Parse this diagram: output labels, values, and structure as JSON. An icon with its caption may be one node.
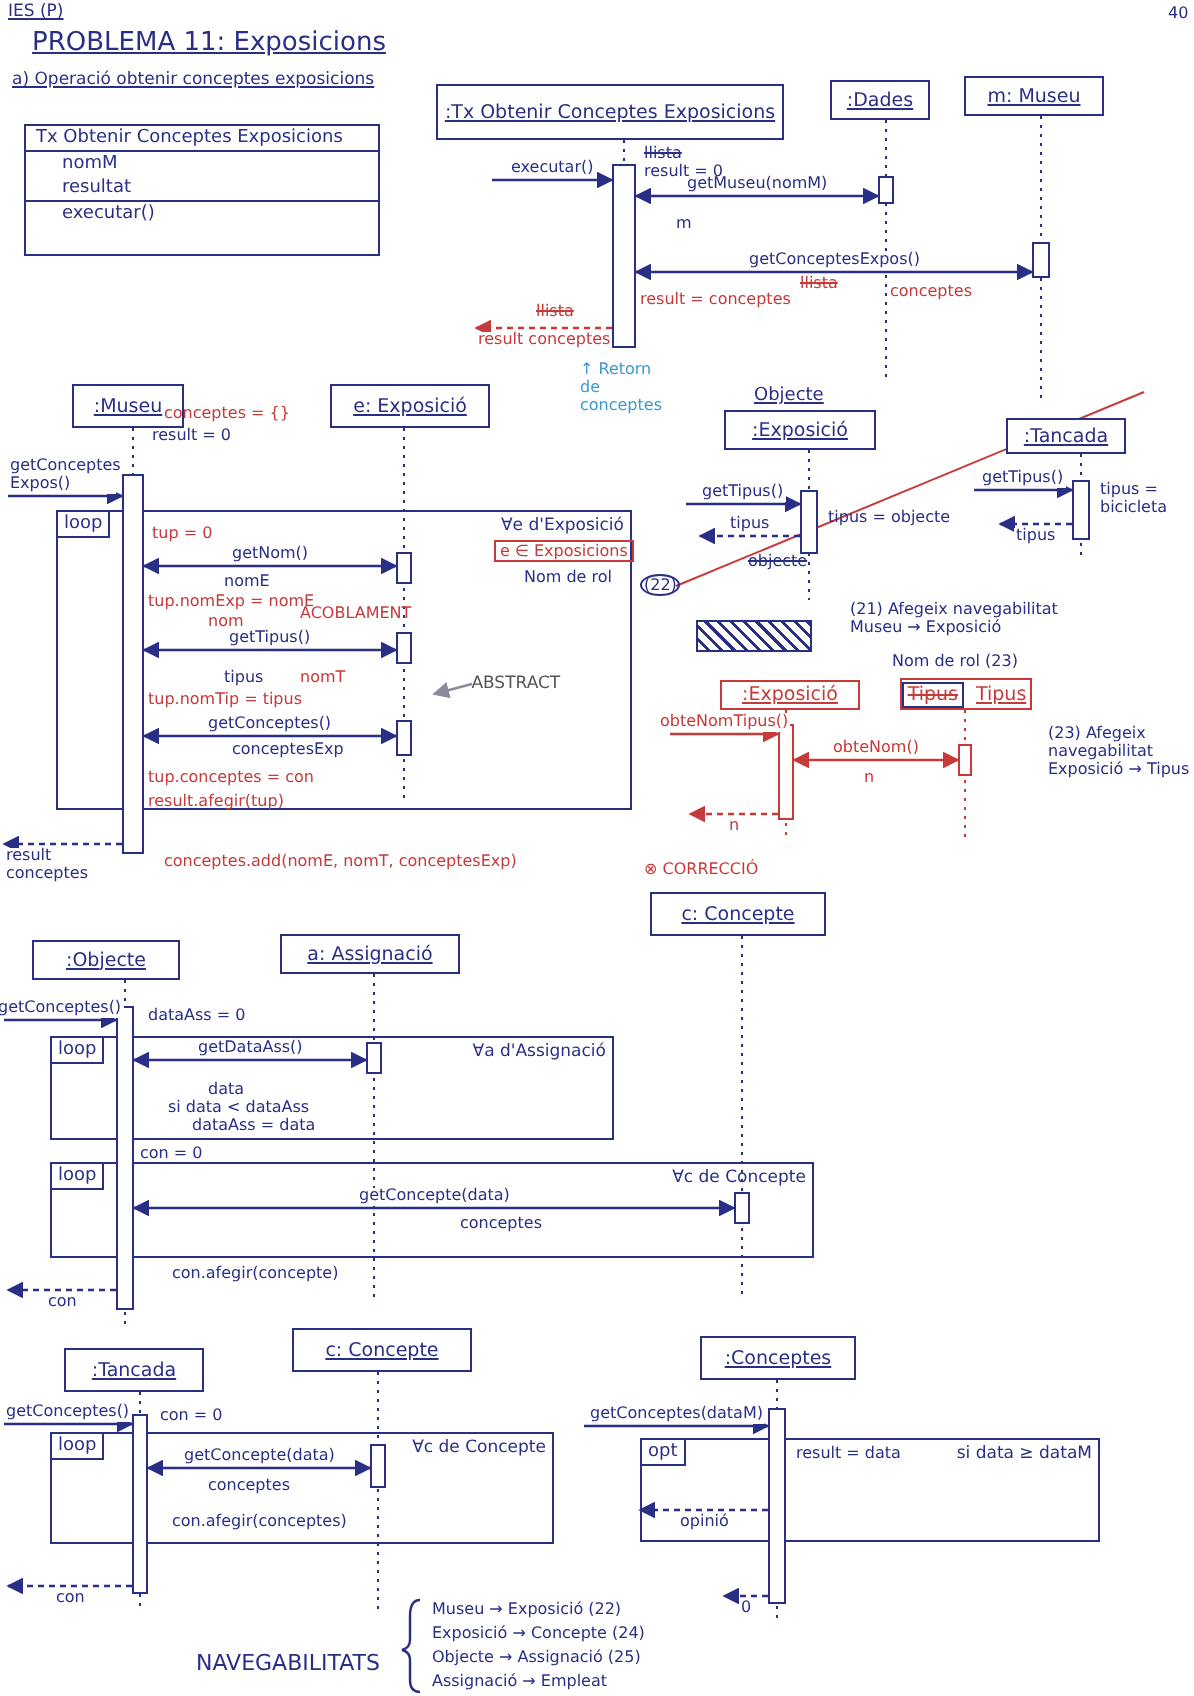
{
  "diagram": {
    "title": "PROBLEMA 11: Exposicions",
    "nodes": [
      {
        "text": [
          "Tx Obtenir Conceptes Exposicions",
          "nomM",
          "resultat",
          "executar()"
        ]
      },
      {
        "text": [
          ":Tx Obtenir Conceptes Exposicions"
        ]
      },
      {
        "text": [
          ":Dades"
        ]
      },
      {
        "text": [
          "m: Museu"
        ]
      },
      {
        "text": [],
        "shape": "bar"
      },
      {
        "text": [],
        "shape": "bar"
      },
      {
        "text": [],
        "shape": "bar"
      },
      {
        "text": [
          ":Museu"
        ]
      },
      {
        "text": [
          "e: Exposició"
        ]
      },
      {
        "text": [
          "loop",
          "∀e d'Exposició"
        ]
      },
      {
        "text": [],
        "shape": "bar"
      },
      {
        "text": [],
        "shape": "bar",
        "in": 9
      },
      {
        "text": [],
        "shape": "bar",
        "in": 9
      },
      {
        "text": [],
        "shape": "bar",
        "in": 9
      },
      {
        "text": [
          ":Exposició"
        ],
        "beside": [
          "Objecte"
        ]
      },
      {
        "text": [
          ":Tancada"
        ]
      },
      {
        "text": [],
        "shape": "bar"
      },
      {
        "text": [],
        "shape": "bar"
      },
      {
        "text": [],
        "shape": "box"
      },
      {
        "text": [
          ":Exposició"
        ]
      },
      {
        "text": [
          "Tipus",
          "Tipus"
        ]
      },
      {
        "text": [],
        "shape": "bar"
      },
      {
        "text": [],
        "shape": "bar"
      },
      {
        "text": [
          ":Objecte"
        ]
      },
      {
        "text": [
          "a: Assignació"
        ]
      },
      {
        "text": [
          "c: Concepte"
        ]
      },
      {
        "text": [
          "loop",
          "∀a d'Assignació"
        ]
      },
      {
        "text": [
          "loop",
          "∀c de Concepte"
        ]
      },
      {
        "text": [],
        "shape": "bar"
      },
      {
        "text": [],
        "shape": "bar",
        "in": 26
      },
      {
        "text": [],
        "shape": "bar",
        "in": 27
      },
      {
        "text": [
          ":Tancada"
        ]
      },
      {
        "text": [
          "c: Concepte"
        ]
      },
      {
        "text": [
          ":Conceptes"
        ]
      },
      {
        "text": [
          "loop",
          "∀c de Concepte"
        ]
      },
      {
        "text": [],
        "shape": "bar"
      },
      {
        "text": [],
        "shape": "bar",
        "in": 34
      },
      {
        "text": [
          "opt",
          "si data ≥ dataM"
        ]
      },
      {
        "text": [],
        "shape": "bar"
      },
      {
        "text": [
          "ABSTRACT"
        ],
        "in": 9
      }
    ],
    "edges": [
      {
        "from": null,
        "to": 4,
        "arrow": "to",
        "label": "executar()"
      },
      {
        "from": 4,
        "to": 5,
        "arrow": "both",
        "label": "getMuseu(nomM)"
      },
      {
        "from": 4,
        "to": 6,
        "arrow": "both",
        "label": "getConceptesExpos()"
      },
      {
        "from": 4,
        "to": null,
        "arrow": "to",
        "style": "dashed",
        "label": "result conceptes",
        "color": "#c63a3a"
      },
      {
        "from": null,
        "to": 10,
        "arrow": "to",
        "label": "getConceptes Expos()"
      },
      {
        "from": 10,
        "to": 11,
        "arrow": "both",
        "label": "getNom()"
      },
      {
        "from": 10,
        "to": 12,
        "arrow": "both",
        "label": "getTipus()"
      },
      {
        "from": 10,
        "to": 13,
        "arrow": "both",
        "label": "getConceptes()"
      },
      {
        "from": 10,
        "to": null,
        "arrow": "to",
        "style": "dashed",
        "label": "result conceptes"
      },
      {
        "from": null,
        "to": 16,
        "arrow": "to",
        "label": "getTipus()"
      },
      {
        "from": 16,
        "to": null,
        "arrow": "to",
        "style": "dashed",
        "label": "tipus"
      },
      {
        "from": null,
        "to": 17,
        "arrow": "to",
        "label": "getTipus()"
      },
      {
        "from": 17,
        "to": null,
        "arrow": "to",
        "style": "dashed",
        "label": "tipus"
      },
      {
        "from": null,
        "to": 21,
        "arrow": "to",
        "label": "obteNomTipus()",
        "color": "#c63a3a"
      },
      {
        "from": 21,
        "to": 22,
        "arrow": "both",
        "label": "obteNom()",
        "color": "#c63a3a"
      },
      {
        "from": 21,
        "to": null,
        "arrow": "to",
        "style": "dashed",
        "color": "#c63a3a",
        "label": "n"
      },
      {
        "from": null,
        "to": 28,
        "arrow": "to",
        "label": "getConceptes()"
      },
      {
        "from": 28,
        "to": 29,
        "arrow": "both",
        "label": "getDataAss()"
      },
      {
        "from": 28,
        "to": 30,
        "arrow": "both",
        "label": "getConcepte(data)"
      },
      {
        "from": 28,
        "to": null,
        "arrow": "to",
        "style": "dashed",
        "label": "con"
      },
      {
        "from": null,
        "to": 35,
        "arrow": "to",
        "label": "getConceptes()"
      },
      {
        "from": 35,
        "to": 36,
        "arrow": "both",
        "label": "getConcepte(data)"
      },
      {
        "from": 35,
        "to": null,
        "arrow": "to",
        "style": "dashed",
        "label": "con"
      },
      {
        "from": null,
        "to": 38,
        "arrow": "to",
        "label": "getConceptes(dataM)"
      },
      {
        "from": 38,
        "to": null,
        "arrow": "to",
        "style": "dashed",
        "label": "0"
      },
      {
        "from": 38,
        "to": 37,
        "arrow": "to",
        "style": "dashed",
        "label": "opinió"
      },
      {
        "from": 39,
        "to": null,
        "arrow": "to",
        "color": "#8a8a9a"
      },
      {
        "from": 1,
        "to": 4,
        "arrow": "none",
        "style": "dashed"
      },
      {
        "from": 2,
        "to": 5,
        "arrow": "none",
        "style": "dashed"
      },
      {
        "from": 3,
        "to": 6,
        "arrow": "none",
        "style": "dashed"
      },
      {
        "from": 7,
        "to": 10,
        "arrow": "none",
        "style": "dashed"
      },
      {
        "from": 8,
        "to": 11,
        "arrow": "none",
        "style": "dashed"
      },
      {
        "from": 14,
        "to": 16,
        "arrow": "none",
        "style": "dashed"
      },
      {
        "from": 15,
        "to": 17,
        "arrow": "none",
        "style": "dashed"
      },
      {
        "from": 19,
        "to": 21,
        "arrow": "none",
        "style": "dashed",
        "color": "#c63a3a"
      },
      {
        "from": 20,
        "to": 22,
        "arrow": "none",
        "style": "dashed",
        "color": "#c63a3a"
      },
      {
        "from": 23,
        "to": 28,
        "arrow": "none",
        "style": "dashed"
      },
      {
        "from": 24,
        "to": 29,
        "arrow": "none",
        "style": "dashed"
      },
      {
        "from": 25,
        "to": 30,
        "arrow": "none",
        "style": "dashed"
      },
      {
        "from": 31,
        "to": 35,
        "arrow": "none",
        "style": "dashed"
      },
      {
        "from": 32,
        "to": 36,
        "arrow": "none",
        "style": "dashed"
      },
      {
        "from": 33,
        "to": 38,
        "arrow": "none",
        "style": "dashed"
      }
    ],
    "labels": [
      "IES (P)",
      "40",
      "a) Operació obtenir conceptes exposicions",
      "llista",
      "result = 0",
      "m",
      "result = conceptes",
      "llista",
      "conceptes",
      "llista",
      "↑ Retorn de conceptes",
      "conceptes = {}",
      "result = 0",
      "tup = 0",
      "nomE",
      "tup.nomExp = nomE",
      "nom",
      "ACOBLAMENT",
      "tipus",
      "nomT",
      "tup.nomTip = tipus",
      "conceptesExp",
      "tup.conceptes = con",
      "result.afegir(tup)",
      "e ∈ Exposicions",
      "Nom de rol",
      "(22)",
      "conceptes.add(nomE, nomT, conceptesExp)",
      "tipus = objecte",
      "objecte",
      "tipus = bicicleta",
      "(21) Afegeix navegabilitat Museu → Exposició",
      "Nom de rol (23)",
      "(23) Afegeix navegabilitat Exposició → Tipus",
      "n",
      "⊗ CORRECCIÓ",
      "dataAss = 0",
      "data",
      "si data < dataAss",
      "dataAss = data",
      "con = 0",
      "conceptes",
      "con.afegir(concepte)",
      "con = 0",
      "conceptes",
      "con.afegir(conceptes)",
      "result = data",
      "NAVEGABILITATS",
      "Museu → Exposició (22)",
      "Exposició → Concepte (24)",
      "Objecte → Assignació (25)",
      "Assignació → Empleat"
    ]
  }
}
